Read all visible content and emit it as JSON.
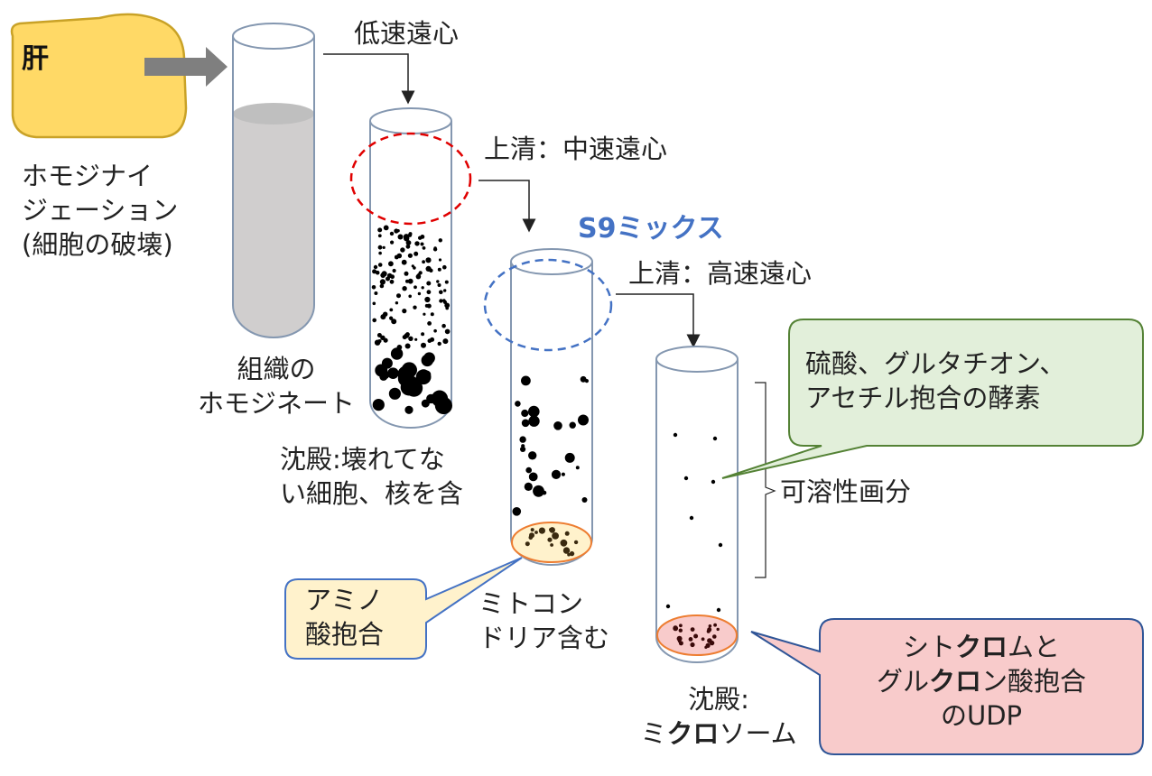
{
  "liver": {
    "label": "肝"
  },
  "homogenization": {
    "lines": [
      "ホモジナイ",
      "ジェーション",
      "(細胞の破壊)"
    ]
  },
  "tube1": {
    "lines": [
      "組織の",
      "ホモジネート"
    ]
  },
  "step1": {
    "label": "低速遠心"
  },
  "step2": {
    "label": "上清：中速遠心"
  },
  "sediment1": {
    "lines": [
      "沈殿:壊れてな",
      "い細胞、核を含"
    ]
  },
  "s9": {
    "label": "S9ミックス"
  },
  "step3": {
    "label": "上清：高速遠心"
  },
  "amino_callout": {
    "lines": [
      "アミノ",
      "酸抱合"
    ]
  },
  "mito": {
    "lines": [
      "ミトコン",
      "ドリア含む"
    ]
  },
  "soluble_callout": {
    "lines": [
      "硫酸、グルタチオン、",
      "アセチル抱合の酵素"
    ]
  },
  "soluble": {
    "label": "可溶性画分"
  },
  "microsome": {
    "line1": "沈殿:",
    "pre": "ミ",
    "bold": "クロ",
    "post": "ソーム"
  },
  "cyto_callout": {
    "line1": {
      "pre": "シト",
      "bold": "クロ",
      "post": "ムと"
    },
    "line2": {
      "pre": "グル",
      "bold": "クロ",
      "post": "ン酸抱合"
    },
    "line3": "のUDP"
  },
  "colors": {
    "liver_fill": "#ffd966",
    "liver_stroke": "#c9a227",
    "tube_stroke": "#8497b0",
    "dashed_red": "#e00000",
    "dashed_blue": "#4472c4",
    "green_fill": "#e2efda",
    "green_stroke": "#548235",
    "yellow_fill": "#fff2cc",
    "yellow_stroke": "#4472c4",
    "pink_fill": "#f8cbcb",
    "pink_stroke": "#2f5597",
    "pellet_orange": "#ed7d31"
  }
}
